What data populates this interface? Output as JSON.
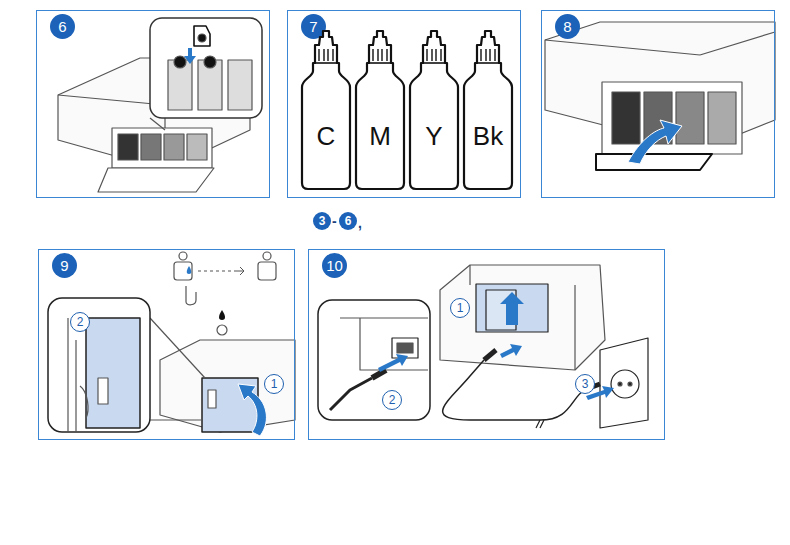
{
  "diagram": {
    "nodes": [
      {
        "text": [
          "6"
        ]
      },
      {
        "text": [
          "7"
        ]
      },
      {
        "text": [
          "C"
        ],
        "in": 1
      },
      {
        "text": [
          "M"
        ],
        "in": 1
      },
      {
        "text": [
          "Y"
        ],
        "in": 1
      },
      {
        "text": [
          "Bk"
        ],
        "in": 1
      },
      {
        "text": [
          "8"
        ]
      },
      {
        "text": [
          "9"
        ]
      },
      {
        "text": [
          "10"
        ]
      }
    ],
    "labels": [
      "3",
      "-",
      "6",
      ",",
      "2",
      "1",
      "1",
      "2",
      "3"
    ]
  }
}
